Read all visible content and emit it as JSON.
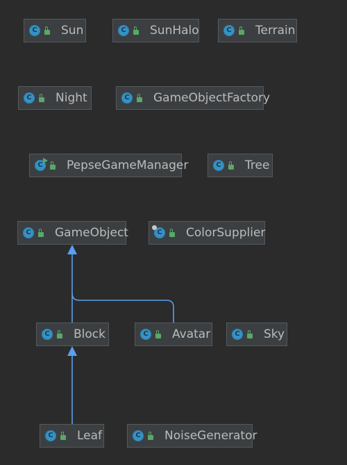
{
  "diagram": {
    "nodes": [
      {
        "id": "sun",
        "label": "Sun",
        "icon": "class-icon"
      },
      {
        "id": "sunhalo",
        "label": "SunHalo",
        "icon": "class-icon"
      },
      {
        "id": "terrain",
        "label": "Terrain",
        "icon": "class-icon"
      },
      {
        "id": "night",
        "label": "Night",
        "icon": "class-icon"
      },
      {
        "id": "gameobjectfactory",
        "label": "GameObjectFactory",
        "icon": "class-icon"
      },
      {
        "id": "pepsegamemanager",
        "label": "PepseGameManager",
        "icon": "runnable-class-icon"
      },
      {
        "id": "tree",
        "label": "Tree",
        "icon": "class-icon"
      },
      {
        "id": "gameobject",
        "label": "GameObject",
        "icon": "class-icon"
      },
      {
        "id": "colorsupplier",
        "label": "ColorSupplier",
        "icon": "final-class-icon"
      },
      {
        "id": "block",
        "label": "Block",
        "icon": "class-icon"
      },
      {
        "id": "avatar",
        "label": "Avatar",
        "icon": "class-icon"
      },
      {
        "id": "sky",
        "label": "Sky",
        "icon": "class-icon"
      },
      {
        "id": "leaf",
        "label": "Leaf",
        "icon": "class-icon"
      },
      {
        "id": "noisegenerator",
        "label": "NoiseGenerator",
        "icon": "class-icon"
      }
    ],
    "edges": [
      {
        "from": "block",
        "to": "gameobject",
        "type": "extends"
      },
      {
        "from": "avatar",
        "to": "gameobject",
        "type": "extends"
      },
      {
        "from": "leaf",
        "to": "block",
        "type": "extends"
      }
    ],
    "colors": {
      "background": "#2b2b2b",
      "node": "#3c3f41",
      "edge": "#5a9ff0",
      "text": "#bbbbbb"
    }
  }
}
